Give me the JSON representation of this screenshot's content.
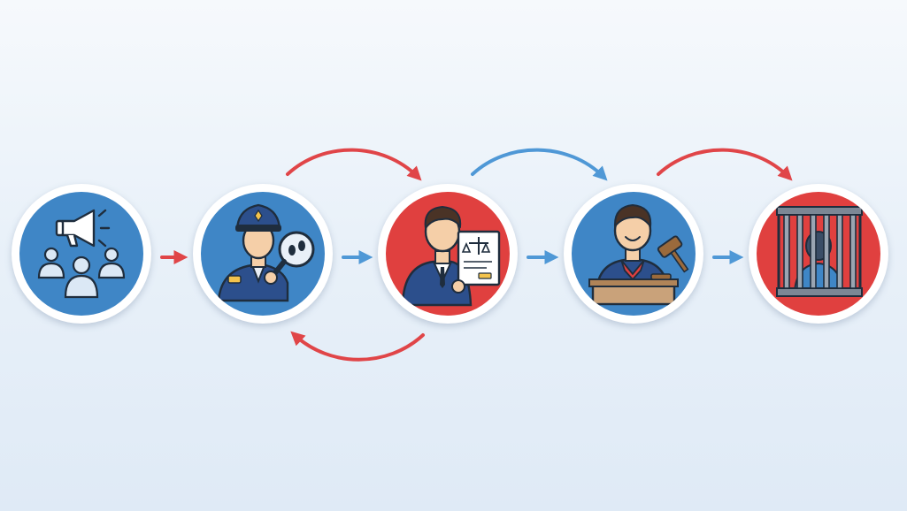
{
  "diagram": {
    "type": "process-flow",
    "colors": {
      "blue": "#3f86c6",
      "red": "#e0403f",
      "ring": "#ffffff",
      "arrow_blue": "#4f98d6",
      "arrow_red": "#e04548",
      "navy": "#2c4f8c",
      "skin": "#f5cfa8",
      "hair": "#4a3326",
      "outline": "#1f2d3d"
    },
    "stages": [
      {
        "name": "report-crime-stage",
        "color": "blue",
        "icon": "megaphone-crowd-icon"
      },
      {
        "name": "police-investigation-stage",
        "color": "blue",
        "icon": "police-officer-magnifier-icon"
      },
      {
        "name": "prosecution-stage",
        "color": "red",
        "icon": "prosecutor-document-icon"
      },
      {
        "name": "court-trial-stage",
        "color": "blue",
        "icon": "judge-gavel-icon"
      },
      {
        "name": "prison-stage",
        "color": "red",
        "icon": "prison-bars-icon"
      }
    ],
    "straight_arrows": [
      {
        "from": 0,
        "to": 1,
        "color": "red"
      },
      {
        "from": 1,
        "to": 2,
        "color": "blue"
      },
      {
        "from": 2,
        "to": 3,
        "color": "blue"
      },
      {
        "from": 3,
        "to": 4,
        "color": "blue"
      }
    ],
    "curved_arrows": [
      {
        "from": 1,
        "to": 2,
        "color": "red",
        "side": "top"
      },
      {
        "from": 2,
        "to": 3,
        "color": "blue",
        "side": "top"
      },
      {
        "from": 3,
        "to": 4,
        "color": "red",
        "side": "top"
      },
      {
        "from": 2,
        "to": 1,
        "color": "red",
        "side": "bottom"
      }
    ]
  }
}
